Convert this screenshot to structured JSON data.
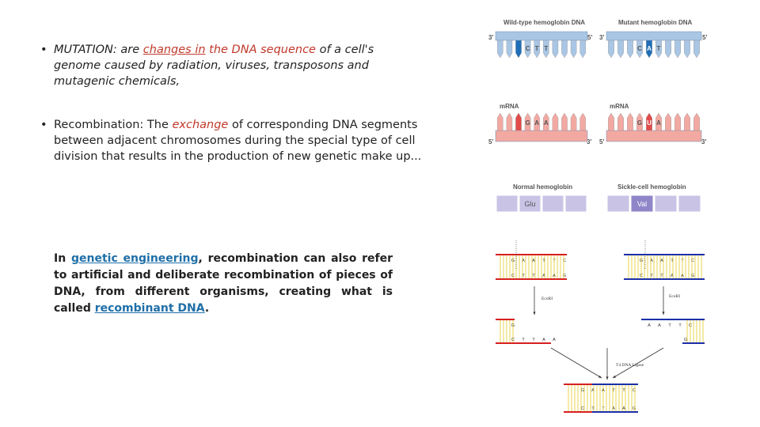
{
  "bullets": {
    "symbol": "•",
    "mutation": {
      "term": "MUTATION",
      "sep": ": are ",
      "changes": "changes ",
      "in": "in",
      "seq": " the DNA sequence",
      "rest1": " of a cell's",
      "line2": "genome caused by radiation, viruses, transposons and",
      "line3": "mutagenic chemicals,"
    },
    "recomb": {
      "lead": "Recombination: The ",
      "exchange": "exchange",
      "rest1": " of corresponding DNA segments",
      "line2": "between adjacent chromosomes during the special type of cell",
      "line3": "division that results in the production of new genetic make up..."
    }
  },
  "paragraph": {
    "in": "In ",
    "link1": "genetic engineering",
    "mid": ", recombination can also refer to artificial and deliberate recombination of pieces of DNA, from different organisms, creating what is called ",
    "link2": "recombinant DNA",
    "end": "."
  },
  "hemoglobin_figure": {
    "wild_title": "Wild-type hemoglobin DNA",
    "mutant_title": "Mutant hemoglobin DNA",
    "end3": "3'",
    "end5": "5'",
    "mrna": "mRNA",
    "wild_dna": [
      "C",
      "T",
      "T"
    ],
    "mutant_dna": [
      "C",
      "A",
      "T"
    ],
    "wild_mrna": [
      "G",
      "A",
      "A"
    ],
    "mutant_mrna": [
      "G",
      "U",
      "A"
    ],
    "normal_title": "Normal hemoglobin",
    "sickle_title": "Sickle-cell hemoglobin",
    "glu": "Glu",
    "val": "Val",
    "colors": {
      "dna": "#a9c6e4",
      "rna": "#f2a9a2",
      "protein": "#c9c3e6",
      "mutant_dna": "#1f6fb8",
      "mutant_rna": "#e34b4b",
      "mutant_protein": "#8f86c9"
    }
  },
  "ligation_figure": {
    "left_top": [
      "G",
      "A",
      "A",
      "T",
      "T",
      "C"
    ],
    "left_bot": [
      "C",
      "T",
      "T",
      "A",
      "A",
      "G"
    ],
    "right_top": [
      "G",
      "A",
      "A",
      "T",
      "T",
      "C"
    ],
    "right_bot": [
      "C",
      "T",
      "T",
      "A",
      "A",
      "G"
    ],
    "enzyme": "EcoRI",
    "cut_left_top": [
      "G"
    ],
    "cut_left_bot": [
      "C",
      "T",
      "T",
      "A",
      "A"
    ],
    "cut_right_top": [
      "A",
      "A",
      "T",
      "T",
      "C"
    ],
    "cut_right_bot": [
      "G"
    ],
    "ligase": "T4 DNA Ligase",
    "final_top": [
      "G",
      "A",
      "A",
      "T",
      "T",
      "C"
    ],
    "final_bot": [
      "C",
      "T",
      "T",
      "A",
      "A",
      "G"
    ],
    "colors": {
      "red": "#d62020",
      "blue": "#1c2fa8",
      "yellow": "#e0c500"
    }
  }
}
